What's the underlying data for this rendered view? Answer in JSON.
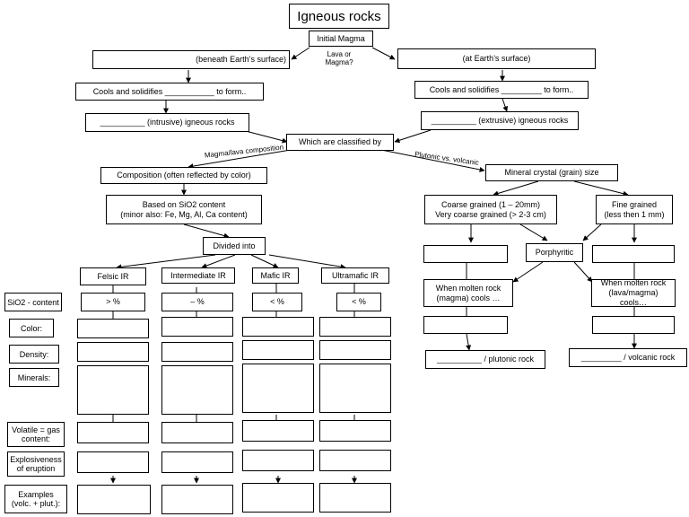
{
  "title": "Igneous rocks",
  "initial_magma": "Initial Magma",
  "lava_or_magma": "Lava or\nMagma?",
  "beneath": "(beneath Earth’s surface)",
  "at_surface": "(at Earth’s surface)",
  "cools_left": "Cools and solidifies ___________ to form..",
  "cools_right": "Cools and solidifies _________ to form..",
  "intrusive": "__________ (intrusive) igneous rocks",
  "extrusive": "__________ (extrusive) igneous rocks",
  "classified_by": "Which are classified by",
  "label_composition": "Magma/lava composition",
  "label_texture": "Plutonic vs. volcanic",
  "composition": "Composition (often reflected by color)",
  "sio2_content": "Based on SiO2 content\n(minor also: Fe, Mg, Al, Ca content)",
  "divided_into": "Divided into",
  "mineral_size": "Mineral crystal (grain) size",
  "coarse": "Coarse grained (1 – 20mm)\nVery coarse grained (> 2-3 cm)",
  "fine": "Fine grained\n(less then 1 mm)",
  "porphyritic": "Porphyritic",
  "when_magma": "When molten rock\n(magma) cools …",
  "when_lava": "When molten rock\n(lava/magma) cools…",
  "plutonic": "__________ / plutonic rock",
  "volcanic": "_________ / volcanic rock",
  "columns": [
    {
      "name": "Felsic  IR",
      "sio2": ">        %"
    },
    {
      "name": "Intermediate IR",
      "sio2": "–        %"
    },
    {
      "name": "Mafic IR",
      "sio2": "<        %"
    },
    {
      "name": "Ultramafic IR",
      "sio2": "<      %"
    }
  ],
  "rows": [
    "SiO2 - content",
    "Color:",
    "Density:",
    "Minerals:",
    "Volatile = gas\ncontent:",
    "Explosiveness\nof eruption",
    "Examples\n(volc. + plut.):"
  ]
}
